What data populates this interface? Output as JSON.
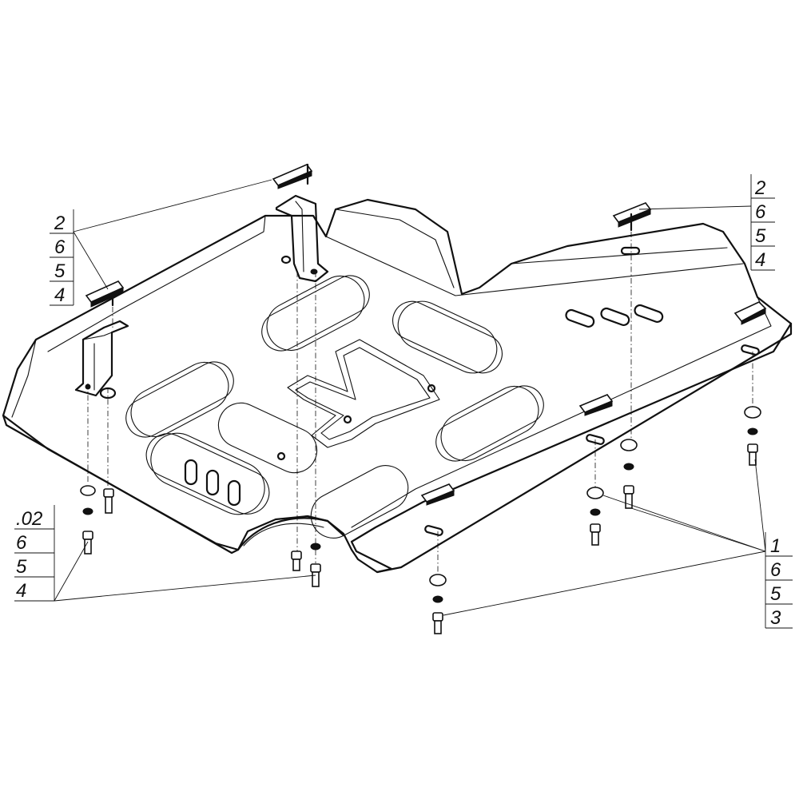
{
  "callouts": {
    "top_left": [
      "2",
      "6",
      "5",
      "4"
    ],
    "top_right": [
      "2",
      "6",
      "5",
      "4"
    ],
    "bottom_left": [
      ".02",
      "6",
      "5",
      "4"
    ],
    "bottom_right": [
      "1",
      "6",
      "5",
      "3"
    ]
  },
  "colors": {
    "line": "#111111",
    "background": "#ffffff"
  }
}
